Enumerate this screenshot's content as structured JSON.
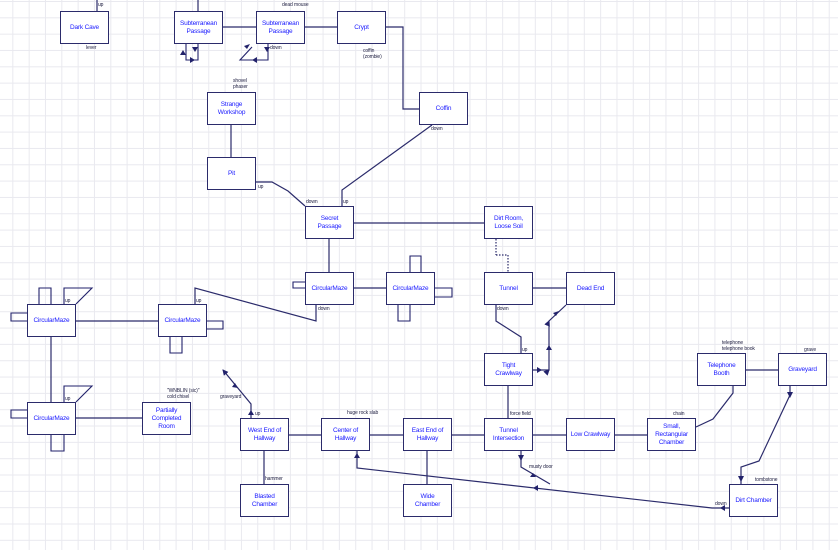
{
  "diagram": {
    "type": "adventure-game-map",
    "colors": {
      "room_border": "#2b2b6b",
      "room_text": "#1a1aff",
      "line": "#2b2b6b",
      "grid": "#e9e9ef",
      "background": "#ffffff"
    },
    "rooms": {
      "dark_cave": "Dark Cave",
      "subterranean_passage_1": "Subterranean\nPassage",
      "subterranean_passage_2": "Subterranean\nPassage",
      "crypt": "Crypt",
      "coffin": "Coffin",
      "strange_workshop": "Strange\nWorkshop",
      "pit": "Pit",
      "secret_passage": "Secret\nPassage",
      "dirt_room": "Dirt Room,\nLoose Soil",
      "tunnel": "Tunnel",
      "dead_end": "Dead End",
      "circular_maze_center": "CircularMaze",
      "circular_maze_right": "CircularMaze",
      "circular_maze_left_top": "CircularMaze",
      "circular_maze_mid": "CircularMaze",
      "circular_maze_left_bottom": "CircularMaze",
      "partially_completed_room": "Partially\nCompleted\nRoom",
      "tight_crawlway": "Tight\nCrawlway",
      "west_end_hallway": "West End of\nHallway",
      "center_hallway": "Center of\nHallway",
      "east_end_hallway": "East End of\nHallway",
      "tunnel_intersection": "Tunnel\nIntersection",
      "low_crawlway": "Low Crawlway",
      "small_rectangular_chamber": "Small,\nRectangular\nChamber",
      "telephone_booth": "Telephone\nBooth",
      "graveyard": "Graveyard",
      "blasted_chamber": "Blasted\nChamber",
      "wide_chamber": "Wide\nChamber",
      "dirt_chamber": "Dirt Chamber"
    },
    "labels": {
      "dark_cave_up": "up",
      "dark_cave_items": "lever",
      "sub2_items": "dead mouse",
      "sub2_down": "down",
      "crypt_items": "coffin\n(zombie)",
      "coffin_down": "down",
      "workshop_items": "shovel\nphaser",
      "pit_up": "up",
      "secret_down": "down",
      "secret_up": "up",
      "maze_center_down": "down",
      "maze_mid_up": "up",
      "maze_left_top_up": "up",
      "maze_left_bottom_up": "up",
      "partial_items": "\"WNBLIN (sic)\"\ncold chisel",
      "west_graveyard": "graveyard",
      "west_up": "up",
      "center_items": "huge rock slab",
      "blasted_items": "hammer",
      "tunnel_down": "down",
      "tight_up": "up",
      "intersection_items": "force field",
      "musty_door": "musty door",
      "small_items": "chain",
      "telephone_items": "telephone\ntelephone book",
      "graveyard_items": "grave",
      "dirt_chamber_items": "tombstone",
      "dirt_chamber_down": "down"
    }
  }
}
